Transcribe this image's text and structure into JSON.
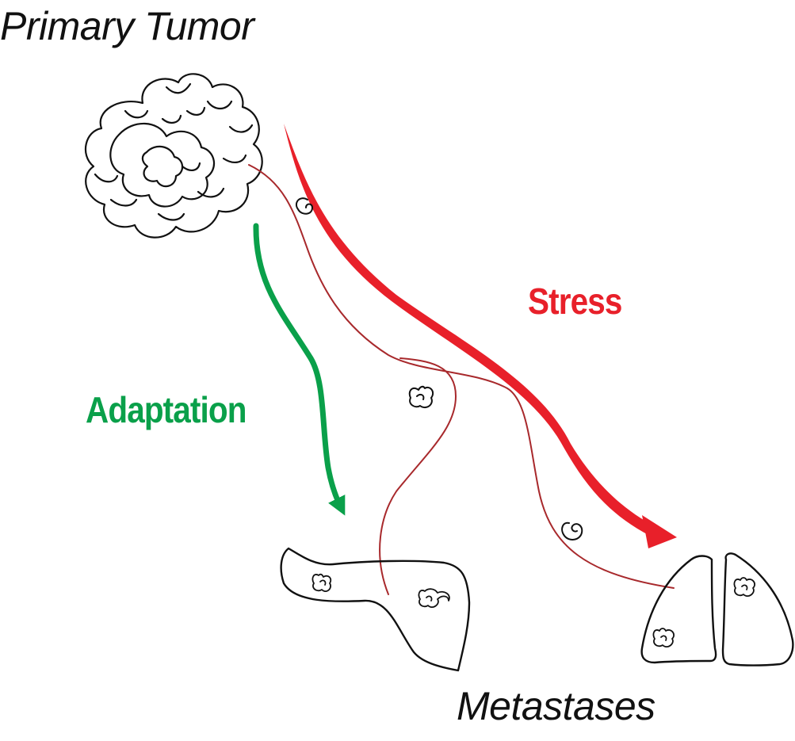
{
  "labels": {
    "primary_tumor": "Primary Tumor",
    "metastases": "Metastases",
    "stress": "Stress",
    "adaptation": "Adaptation"
  },
  "colors": {
    "ink": "#111111",
    "stress": "#e8202a",
    "adaptation": "#0aa04a",
    "cell_path": "#a8292c"
  },
  "icons": {
    "tumor": "tumor-cluster-icon",
    "circulating_cell": "cell-cluster-icon",
    "liver": "liver-organ-icon",
    "lungs": "lungs-organ-icon"
  }
}
